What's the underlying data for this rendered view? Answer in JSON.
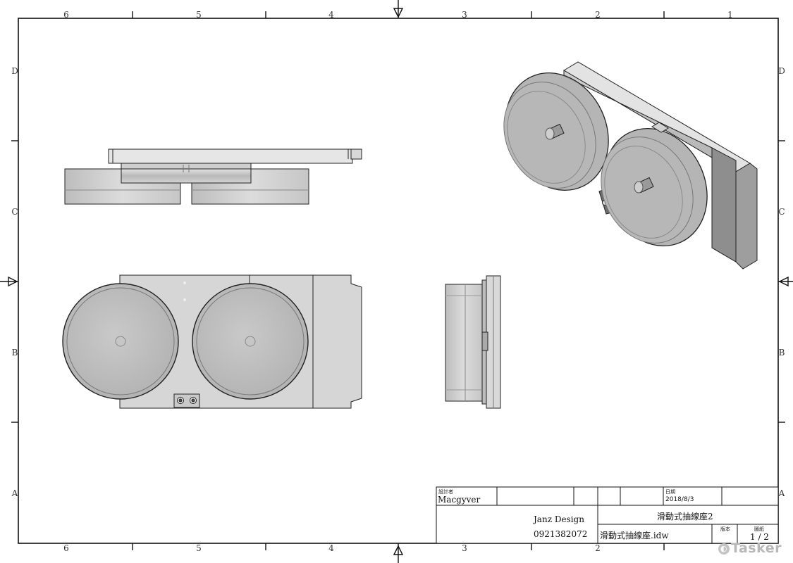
{
  "zones": {
    "columns": [
      "6",
      "5",
      "4",
      "3",
      "2",
      "1"
    ],
    "rows": [
      "D",
      "C",
      "B",
      "A"
    ]
  },
  "title_block": {
    "designer_label": "設計者",
    "designer": "Macgyver",
    "date_label": "日期",
    "date": "2018/8/3",
    "company": "Janz Design",
    "phone": "0921382072",
    "title": "滑動式抽線座2",
    "filename": "滑動式抽線座.idw",
    "revision_label": "版本",
    "sheet_label": "圖紙",
    "sheet": "1 / 2"
  },
  "watermark": "Tasker"
}
